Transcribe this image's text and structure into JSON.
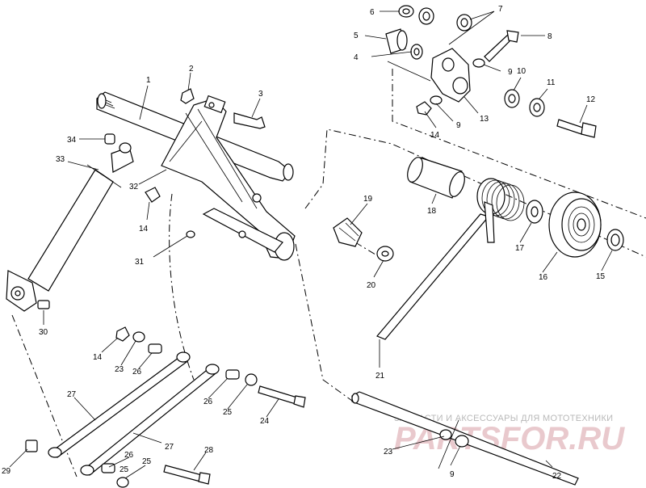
{
  "callouts": [
    {
      "id": "c1",
      "text": "1"
    },
    {
      "id": "c2",
      "text": "2"
    },
    {
      "id": "c3",
      "text": "3"
    },
    {
      "id": "c4",
      "text": "4"
    },
    {
      "id": "c5",
      "text": "5"
    },
    {
      "id": "c6",
      "text": "6"
    },
    {
      "id": "c7",
      "text": "7"
    },
    {
      "id": "c8",
      "text": "8"
    },
    {
      "id": "c9a",
      "text": "9"
    },
    {
      "id": "c9b",
      "text": "9"
    },
    {
      "id": "c9c",
      "text": "9"
    },
    {
      "id": "c10",
      "text": "10"
    },
    {
      "id": "c11",
      "text": "11"
    },
    {
      "id": "c12",
      "text": "12"
    },
    {
      "id": "c13",
      "text": "13"
    },
    {
      "id": "c14a",
      "text": "14"
    },
    {
      "id": "c14b",
      "text": "14"
    },
    {
      "id": "c14c",
      "text": "14"
    },
    {
      "id": "c15",
      "text": "15"
    },
    {
      "id": "c16",
      "text": "16"
    },
    {
      "id": "c17",
      "text": "17"
    },
    {
      "id": "c18",
      "text": "18"
    },
    {
      "id": "c19",
      "text": "19"
    },
    {
      "id": "c20",
      "text": "20"
    },
    {
      "id": "c21",
      "text": "21"
    },
    {
      "id": "c22",
      "text": "22"
    },
    {
      "id": "c23a",
      "text": "23"
    },
    {
      "id": "c23b",
      "text": "23"
    },
    {
      "id": "c24",
      "text": "24"
    },
    {
      "id": "c25a",
      "text": "25"
    },
    {
      "id": "c25b",
      "text": "25"
    },
    {
      "id": "c25c",
      "text": "25"
    },
    {
      "id": "c26a",
      "text": "26"
    },
    {
      "id": "c26b",
      "text": "26"
    },
    {
      "id": "c26c",
      "text": "26"
    },
    {
      "id": "c27a",
      "text": "27"
    },
    {
      "id": "c27b",
      "text": "27"
    },
    {
      "id": "c28",
      "text": "28"
    },
    {
      "id": "c29",
      "text": "29"
    },
    {
      "id": "c30",
      "text": "30"
    },
    {
      "id": "c31",
      "text": "31"
    },
    {
      "id": "c32",
      "text": "32"
    },
    {
      "id": "c33",
      "text": "33"
    },
    {
      "id": "c34",
      "text": "34"
    }
  ],
  "watermark": {
    "tagline": "ЗАПЧАСТИ И АКСЕССУАРЫ ДЛЯ МОТОТЕХНИКИ",
    "brand": "PARTSFOR.RU",
    "brand_color": "#e9c9cd",
    "tagline_color": "#b9b9b9"
  }
}
